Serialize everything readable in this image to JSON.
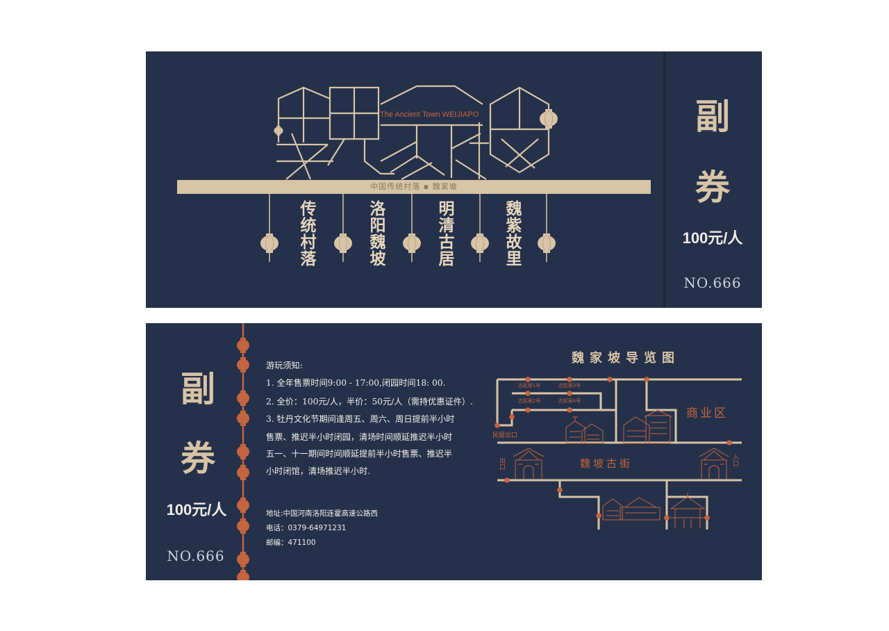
{
  "colors": {
    "navy": "#25314b",
    "beige": "#d8c4a6",
    "orange": "#c4643e",
    "text_light": "#f1ede6",
    "band_text": "#8a7760",
    "stub_divider": "#1b2437",
    "number_gray": "#cdd2dc"
  },
  "ticket_front": {
    "logo_lettering": "魏家坡",
    "logo_subtitle": "The Ancient Town WEIJIAPO",
    "band_text": "中国传统村落 ▪ 魏家坡",
    "columns": [
      "传统村落",
      "洛阳魏坡",
      "明清古居",
      "魏紫故里"
    ],
    "stub": {
      "char_1": "副",
      "char_2": "券",
      "price": "100元/人",
      "number": "NO.666"
    }
  },
  "ticket_back": {
    "stub": {
      "char_1": "副",
      "char_2": "券",
      "price": "100元/人",
      "number": "NO.666"
    },
    "notes": {
      "title": "游玩须知:",
      "lines": [
        "1. 全年售票时间9:00 - 17:00,闭园时间18: 00.",
        "2. 全价：100元/人，半价：50元/人（需持优惠证件）.",
        "3. 牡丹文化节期间逢周五、周六、周日提前半小时",
        "售票、推迟半小时闭园，清场时间顺延推迟半小时",
        "五一、十一期间时间顺延提前半小时售票、推迟半",
        "小时闭馆，清场推迟半小时."
      ]
    },
    "contact": {
      "address": "地址:中国河南洛阳连霍高速公路西",
      "phone": "电话：0379-64971231",
      "postcode": "邮编：471100"
    },
    "map": {
      "title": "魏家坡导览图",
      "commercial_area": "商业区",
      "old_street": "魏坡古街",
      "residence_exit": "民居出口",
      "exit": "出口",
      "entrance": "入口",
      "houses": [
        "古民居1号",
        "古民居3号",
        "古民居2号",
        "古民居4号"
      ]
    }
  }
}
